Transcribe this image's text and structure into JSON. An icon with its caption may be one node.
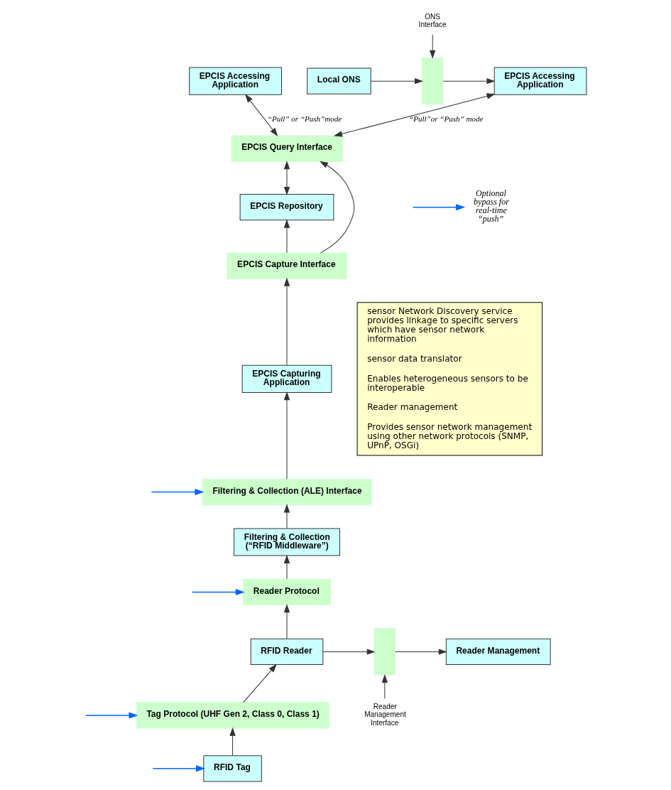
{
  "diagram": {
    "nodes": [
      {
        "text": [
          "EPCIS Accessing Application"
        ]
      },
      {
        "text": [
          "Local ONS"
        ]
      },
      {
        "text": [],
        "shape": "bar"
      },
      {
        "text": [
          "ONS Interface"
        ]
      },
      {
        "text": [
          "EPCIS Accessing Application"
        ]
      },
      {
        "text": [
          "EPCIS Query Interface"
        ]
      },
      {
        "text": [
          "EPCIS Repository"
        ]
      },
      {
        "text": [
          "EPCIS Capture Interface"
        ]
      },
      {
        "text": [
          "EPCIS Capturing Application"
        ]
      },
      {
        "text": [
          "Filtering & Collection (ALE) Interface"
        ]
      },
      {
        "text": [
          "Filtering & Collection (“RFID Middleware”)"
        ]
      },
      {
        "text": [
          "Reader Protocol"
        ]
      },
      {
        "text": [
          "RFID Reader"
        ]
      },
      {
        "text": [],
        "shape": "bar"
      },
      {
        "text": [
          "Reader Management Interface"
        ]
      },
      {
        "text": [
          "Reader Management"
        ]
      },
      {
        "text": [
          "Tag Protocol (UHF Gen 2, Class 0, Class 1)"
        ]
      },
      {
        "text": [
          "RFID Tag"
        ]
      },
      {
        "text": [
          "sensor Network Discovery service provides linkage to specific servers which have sensor network information",
          "sensor data translator",
          "Enables heterogeneous sensors to be interoperable",
          "Reader management",
          "Provides sensor network management using other network protocols (SNMP, UPnP, OSGi)"
        ]
      },
      {
        "text": [
          "Optional bypass for real-time “push”"
        ]
      }
    ],
    "edges": [
      {
        "from": 0,
        "to": 5,
        "arrow": "both",
        "label": "“Pull” or “Push”mode"
      },
      {
        "from": 1,
        "to": 2,
        "arrow": "to"
      },
      {
        "from": 3,
        "to": 2,
        "arrow": "to"
      },
      {
        "from": 2,
        "to": 4,
        "arrow": "to"
      },
      {
        "from": 4,
        "to": 5,
        "arrow": "both",
        "label": "“Pull”or “Push” mode"
      },
      {
        "from": 5,
        "to": 6,
        "arrow": "both"
      },
      {
        "from": 7,
        "to": 6,
        "arrow": "to"
      },
      {
        "from": 7,
        "to": 5,
        "arrow": "to"
      },
      {
        "from": 8,
        "to": 7,
        "arrow": "to"
      },
      {
        "from": 9,
        "to": 8,
        "arrow": "to"
      },
      {
        "from": 10,
        "to": 9,
        "arrow": "to"
      },
      {
        "from": 11,
        "to": 10,
        "arrow": "to"
      },
      {
        "from": 12,
        "to": 11,
        "arrow": "to"
      },
      {
        "from": 12,
        "to": 13,
        "arrow": "to"
      },
      {
        "from": 13,
        "to": 15,
        "arrow": "to"
      },
      {
        "from": 14,
        "to": 13,
        "arrow": "to"
      },
      {
        "from": 16,
        "to": 12,
        "arrow": "to"
      },
      {
        "from": 17,
        "to": 16,
        "arrow": "to"
      },
      {
        "from": null,
        "to": 19,
        "arrow": "to",
        "color": "#0066ff"
      },
      {
        "from": null,
        "to": 9,
        "arrow": "to",
        "color": "#0066ff"
      },
      {
        "from": null,
        "to": 11,
        "arrow": "to",
        "color": "#0066ff"
      },
      {
        "from": null,
        "to": 16,
        "arrow": "to",
        "color": "#0066ff"
      },
      {
        "from": null,
        "to": 17,
        "arrow": "to",
        "color": "#0066ff"
      }
    ]
  }
}
